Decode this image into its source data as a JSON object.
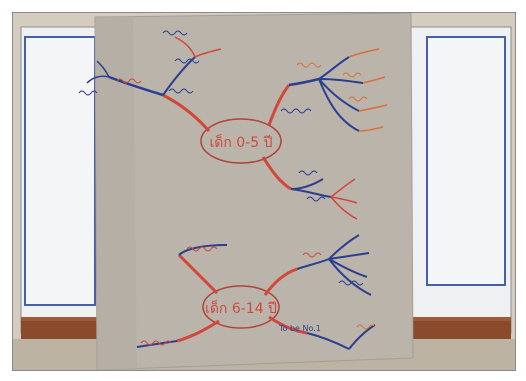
{
  "photo": {
    "subject": "hand-drawn mind map poster pinned on whiteboard",
    "colors": {
      "wall": "#c9c2b3",
      "whiteboard": "#eef0f2",
      "board_frame_blue": "#3f5fa8",
      "wood_ledge": "#8a4a2c",
      "paper": "#b9b3aa",
      "ink_red": "#d2473a",
      "ink_blue": "#2b3f8f",
      "ink_orange": "#d9703a"
    }
  },
  "mindmap": {
    "top_center": "เด็ก 0-5 ปี",
    "bottom_center": "เด็ก 6-14 ปี",
    "bottom_right_label": "To be No.1"
  }
}
